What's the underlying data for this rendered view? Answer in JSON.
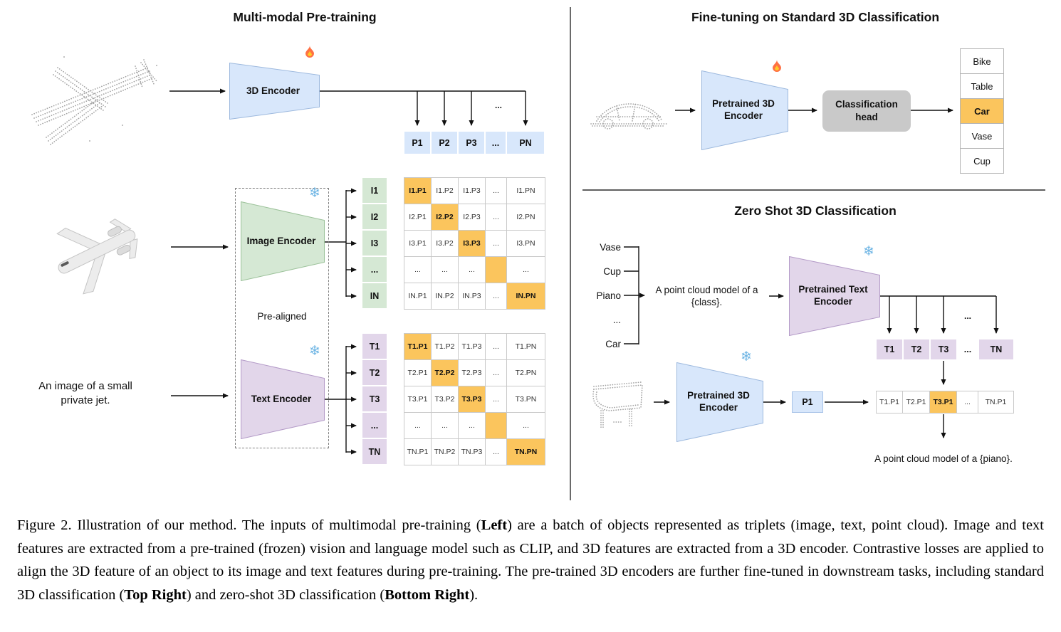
{
  "colors": {
    "highlight": "#FBC55D",
    "blue": "#D8E7FB",
    "green": "#D5E8D4",
    "purple": "#E2D6EA",
    "head_gray": "#C9C9C9"
  },
  "icons": {
    "snowflake": "❄",
    "fire": "flame"
  },
  "left": {
    "title": "Multi-modal Pre-training",
    "encoder_3d_label": "3D Encoder",
    "image_encoder_label": "Image Encoder",
    "text_encoder_label": "Text Encoder",
    "prealigned_label": "Pre-aligned",
    "jet_caption": "An image of a small private jet.",
    "hdots": "...",
    "p_row": [
      "P1",
      "P2",
      "P3",
      "...",
      "PN"
    ],
    "i_col": [
      "I1",
      "I2",
      "I3",
      "...",
      "IN"
    ],
    "t_col": [
      "T1",
      "T2",
      "T3",
      "...",
      "TN"
    ],
    "ip_matrix": [
      [
        "I1.P1",
        "I1.P2",
        "I1.P3",
        "...",
        "I1.PN"
      ],
      [
        "I2.P1",
        "I2.P2",
        "I2.P3",
        "...",
        "I2.PN"
      ],
      [
        "I3.P1",
        "I3.P2",
        "I3.P3",
        "...",
        "I3.PN"
      ],
      [
        "...",
        "...",
        "...",
        "",
        "..."
      ],
      [
        "IN.P1",
        "IN.P2",
        "IN.P3",
        "...",
        "IN.PN"
      ]
    ],
    "tp_matrix": [
      [
        "T1.P1",
        "T1.P2",
        "T1.P3",
        "...",
        "T1.PN"
      ],
      [
        "T2.P1",
        "T2.P2",
        "T2.P3",
        "...",
        "T2.PN"
      ],
      [
        "T3.P1",
        "T3.P2",
        "T3.P3",
        "...",
        "T3.PN"
      ],
      [
        "...",
        "...",
        "...",
        "",
        "..."
      ],
      [
        "TN.P1",
        "TN.P2",
        "TN.P3",
        "...",
        "TN.PN"
      ]
    ]
  },
  "top_right": {
    "title": "Fine-tuning on Standard 3D Classification",
    "encoder_label": "Pretrained 3D Encoder",
    "head_label": "Classification head",
    "classes": [
      "Bike",
      "Table",
      "Car",
      "Vase",
      "Cup"
    ],
    "selected_class": "Car"
  },
  "bottom_right": {
    "title": "Zero Shot 3D Classification",
    "class_prompts": [
      "Vase",
      "Cup",
      "Piano",
      "...",
      "Car"
    ],
    "prompt": "A point cloud model of a {class}.",
    "text_encoder_label": "Pretrained Text Encoder",
    "encoder_3d_label": "Pretrained 3D Encoder",
    "t_row": [
      "T1",
      "T2",
      "T3",
      "...",
      "TN"
    ],
    "hdots": "...",
    "p_cell": "P1",
    "result_row": [
      "T1.P1",
      "T2.P1",
      "T3.P1",
      "...",
      "TN.P1"
    ],
    "selected_result": "T3.P1",
    "result_caption": "A point cloud model of a {piano}."
  },
  "caption": {
    "segments": [
      {
        "text": "Figure 2. Illustration of our method. The inputs of multimodal pre-training (",
        "bold": false
      },
      {
        "text": "Left",
        "bold": true
      },
      {
        "text": ") are a batch of objects represented as triplets (image, text, point cloud). Image and text features are extracted from a pre-trained (frozen) vision and language model such as CLIP, and 3D features are extracted from a 3D encoder. Contrastive losses are applied to align the 3D feature of an object to its image and text features during pre-training. The pre-trained 3D encoders are further fine-tuned in downstream tasks, including standard 3D classification (",
        "bold": false
      },
      {
        "text": "Top Right",
        "bold": true
      },
      {
        "text": ") and zero-shot 3D classification (",
        "bold": false
      },
      {
        "text": "Bottom Right",
        "bold": true
      },
      {
        "text": ").",
        "bold": false
      }
    ]
  }
}
